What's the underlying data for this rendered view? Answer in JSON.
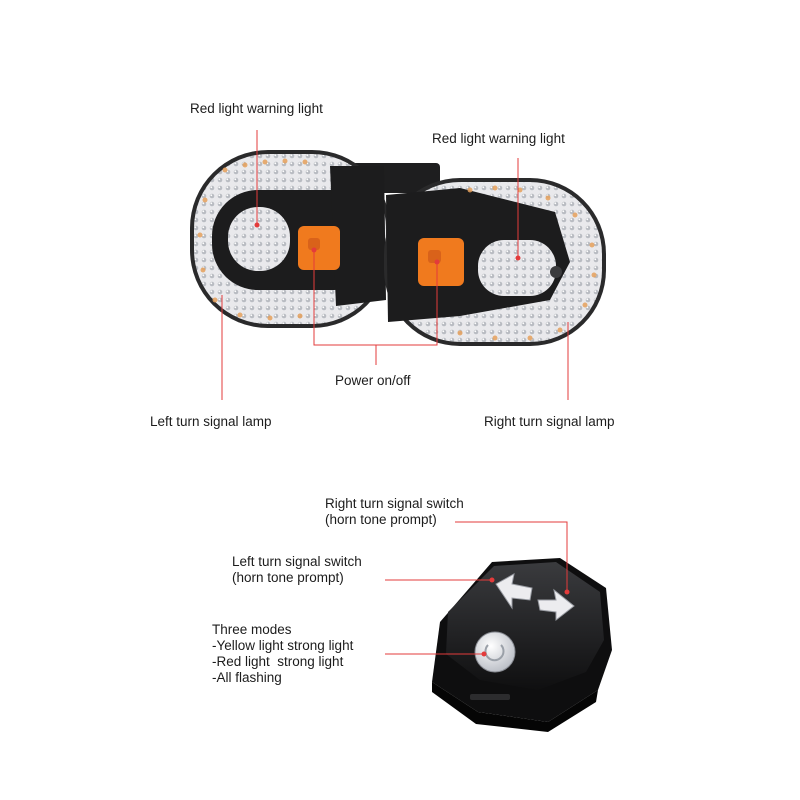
{
  "lamp": {
    "warning_left": "Red light warning light",
    "warning_right": "Red light warning light",
    "power": "Power on/off",
    "turn_left": "Left turn signal lamp",
    "turn_right": "Right turn signal lamp"
  },
  "remote": {
    "right_switch": [
      "Right turn signal switch",
      "(horn tone prompt)"
    ],
    "left_switch": [
      "Left turn signal switch",
      "(horn tone prompt)"
    ],
    "modes": [
      "Three modes",
      "-Yellow light strong light",
      "-Red light  strong light",
      "-All flashing"
    ]
  },
  "colors": {
    "accent_orange": "#f07a1e",
    "callout_red": "#e33b3b",
    "body_black": "#1d1d1f"
  }
}
